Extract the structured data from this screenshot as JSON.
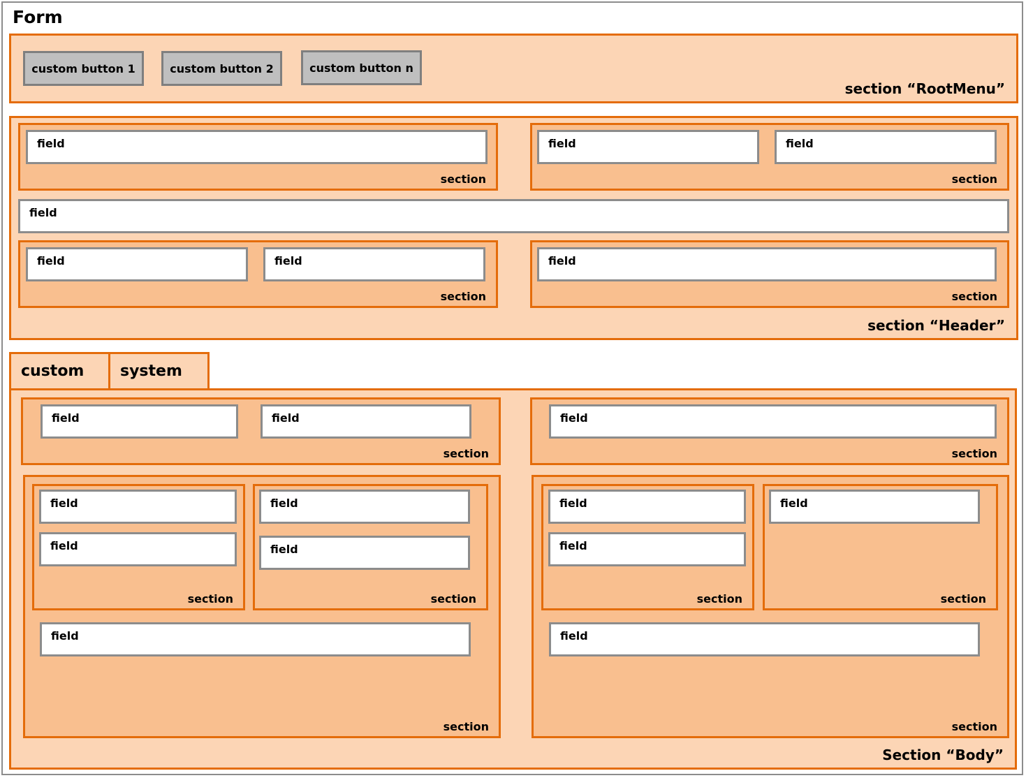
{
  "form": {
    "title": "Form"
  },
  "root_menu": {
    "label": "section “RootMenu”",
    "buttons": [
      "custom button 1",
      "custom button 2",
      "custom button n"
    ]
  },
  "header": {
    "label": "section “Header”"
  },
  "body": {
    "label": "Section “Body”"
  },
  "tabs": [
    "custom",
    "system"
  ],
  "common": {
    "field_label": "field",
    "section_label": "section"
  },
  "colors": {
    "outer_section": "#fcd5b5",
    "inner_section": "#f9bf8f",
    "border": "#e46c0a",
    "field_border": "#8c8c8c",
    "button": "#bfbfbf"
  }
}
